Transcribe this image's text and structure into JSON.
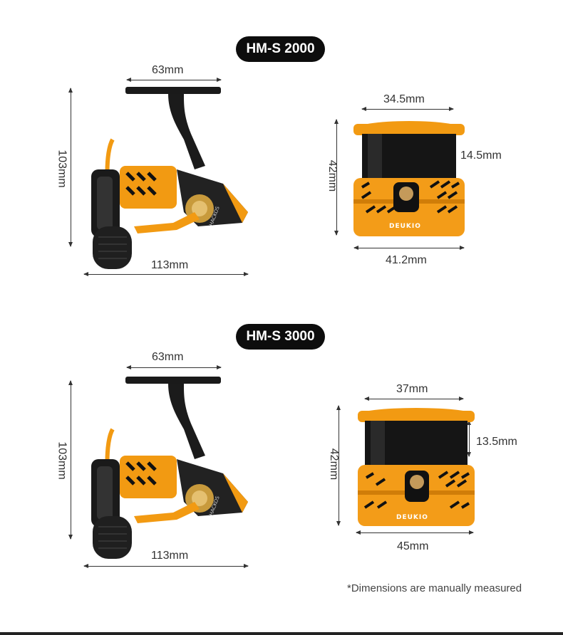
{
  "sections": [
    {
      "model": "HM-S 2000",
      "reel": {
        "handle_width": "63mm",
        "height": "103mm",
        "length": "113mm",
        "brand": "HACKOS"
      },
      "spool": {
        "top_diameter": "34.5mm",
        "depth": "14.5mm",
        "height": "42mm",
        "bottom_diameter": "41.2mm",
        "brand": "DEUKIO"
      }
    },
    {
      "model": "HM-S 3000",
      "reel": {
        "handle_width": "63mm",
        "height": "103mm",
        "length": "113mm",
        "brand": "HACKOS"
      },
      "spool": {
        "top_diameter": "37mm",
        "depth": "13.5mm",
        "height": "42mm",
        "bottom_diameter": "45mm",
        "brand": "DEUKIO"
      }
    }
  ],
  "note": "*Dimensions are manually measured",
  "colors": {
    "orange": "#f29a12",
    "black": "#111111",
    "badge": "#0d0d0d"
  },
  "icons": [
    "spinning-reel-image",
    "spool-image"
  ]
}
